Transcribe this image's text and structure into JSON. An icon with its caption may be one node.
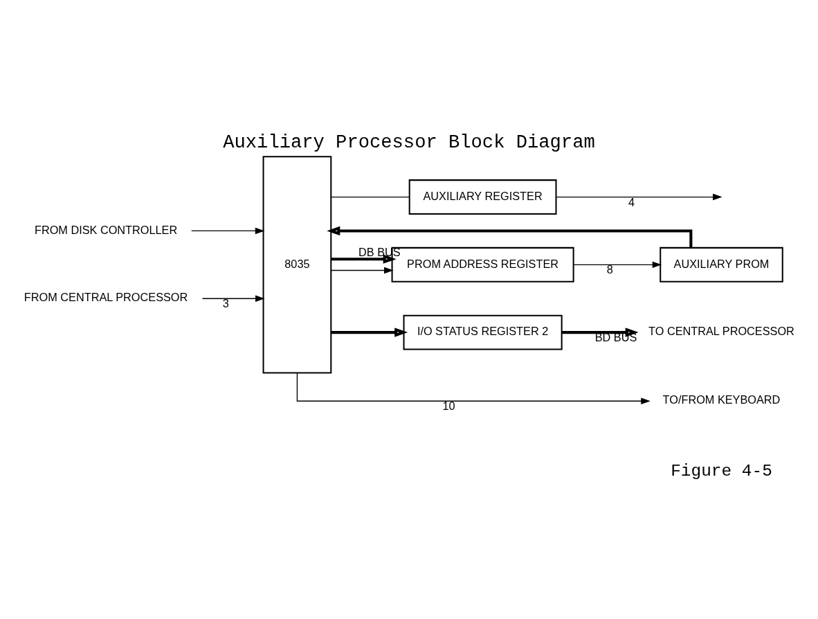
{
  "diagram": {
    "title": "Auxiliary Processor Block Diagram",
    "caption": "Figure 4-5",
    "nodes": [
      {
        "text": [
          "FROM DISK CONTROLLER"
        ]
      },
      {
        "text": [
          "FROM CENTRAL PROCESSOR"
        ]
      },
      {
        "text": [
          "8035"
        ]
      },
      {
        "text": [
          "AUXILIARY REGISTER"
        ]
      },
      {
        "text": [
          "PROM ADDRESS REGISTER"
        ]
      },
      {
        "text": [
          "AUXILIARY PROM"
        ]
      },
      {
        "text": [
          "I/O STATUS REGISTER 2"
        ]
      },
      {
        "text": [
          "TO CENTRAL PROCESSOR"
        ]
      },
      {
        "text": [
          "TO/FROM KEYBOARD"
        ]
      }
    ],
    "edges": [
      {
        "from": 0,
        "to": 2,
        "arrow": "to"
      },
      {
        "from": 1,
        "to": 2,
        "arrow": "to",
        "label": "3"
      },
      {
        "from": 2,
        "to": 3,
        "arrow": "none"
      },
      {
        "from": 2,
        "to": 4,
        "arrow": "to"
      },
      {
        "from": 2,
        "to": 4,
        "arrow": "to",
        "label": "DB BUS",
        "style": "thick"
      },
      {
        "from": 2,
        "to": 6,
        "arrow": "to",
        "style": "thick"
      },
      {
        "from": 3,
        "to": null,
        "arrow": "to",
        "label": "4"
      },
      {
        "from": 4,
        "to": 5,
        "arrow": "to",
        "label": "8"
      },
      {
        "from": 5,
        "to": 2,
        "arrow": "to",
        "style": "thick"
      },
      {
        "from": 6,
        "to": 7,
        "arrow": "to",
        "label": "BD BUS",
        "style": "thick"
      },
      {
        "from": 2,
        "to": 8,
        "arrow": "to",
        "label": "10"
      }
    ]
  }
}
